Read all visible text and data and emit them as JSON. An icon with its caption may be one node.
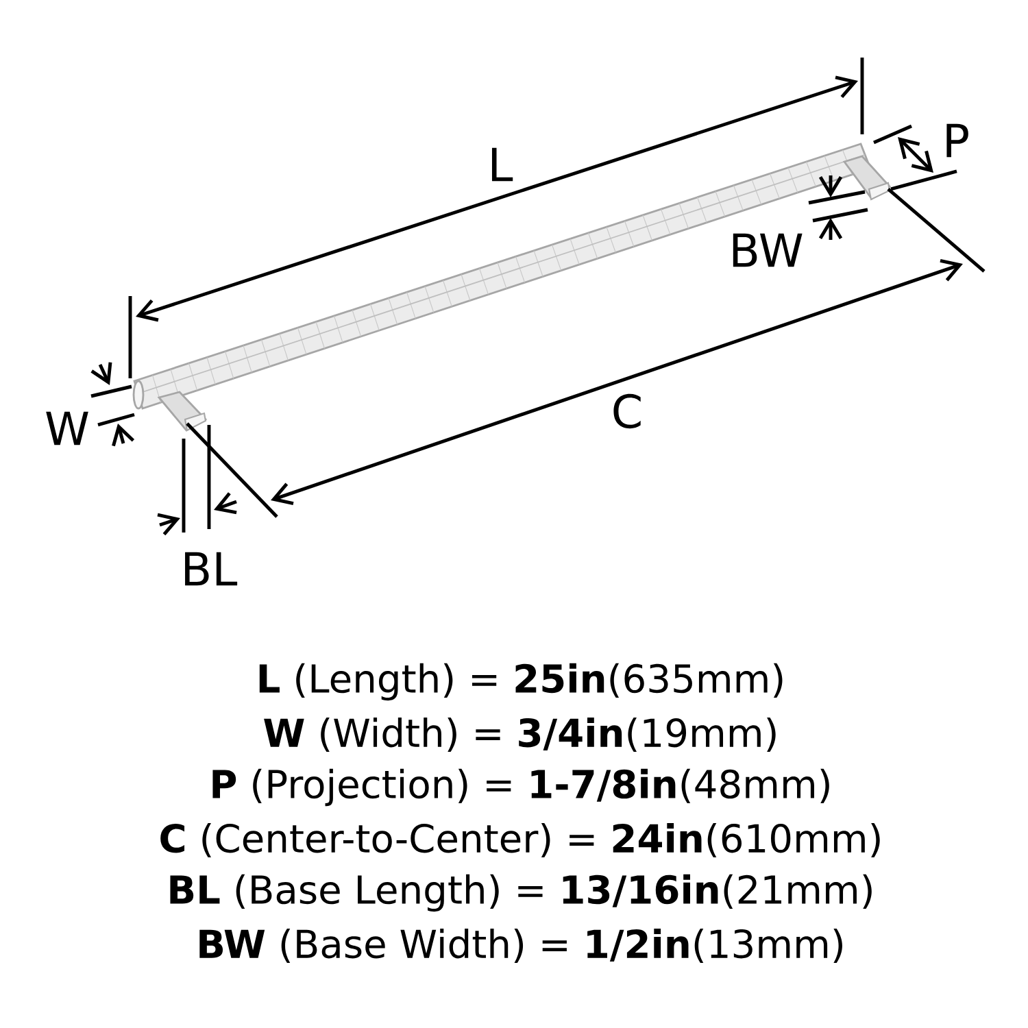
{
  "diagram": {
    "labels": [
      "L",
      "P",
      "BW",
      "W",
      "C",
      "BL",
      "**L** (Length) = **25in**(635mm)",
      "**W** (Width) = **3/4in**(19mm)",
      "**P** (Projection) = **1-7/8in**(48mm)",
      "**C** (Center-to-Center) = **24in**(610mm)",
      "**BL** (Base Length) = **13/16in**(21mm)",
      "**BW** (Base Width) = **1/2in**(13mm)"
    ]
  }
}
